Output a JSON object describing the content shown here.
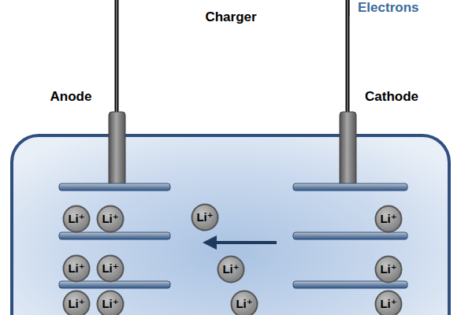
{
  "diagram": {
    "nodes": [
      {
        "text": [
          "Li⁺"
        ]
      },
      {
        "text": [
          "Li⁺"
        ]
      },
      {
        "text": [
          "Li⁺"
        ]
      },
      {
        "text": [
          "Li⁺"
        ]
      },
      {
        "text": [
          "Li⁺"
        ]
      },
      {
        "text": [
          "Li⁺"
        ]
      },
      {
        "text": [
          "Li⁺"
        ]
      },
      {
        "text": [
          "Li⁺"
        ]
      },
      {
        "text": [
          "Li⁺"
        ]
      },
      {
        "text": [
          "Li⁺"
        ]
      },
      {
        "text": [
          "Li⁺"
        ]
      },
      {
        "text": [
          "Li⁺"
        ]
      }
    ],
    "labels": [
      "Charger",
      "Electrons",
      "Anode",
      "Cathode"
    ]
  }
}
